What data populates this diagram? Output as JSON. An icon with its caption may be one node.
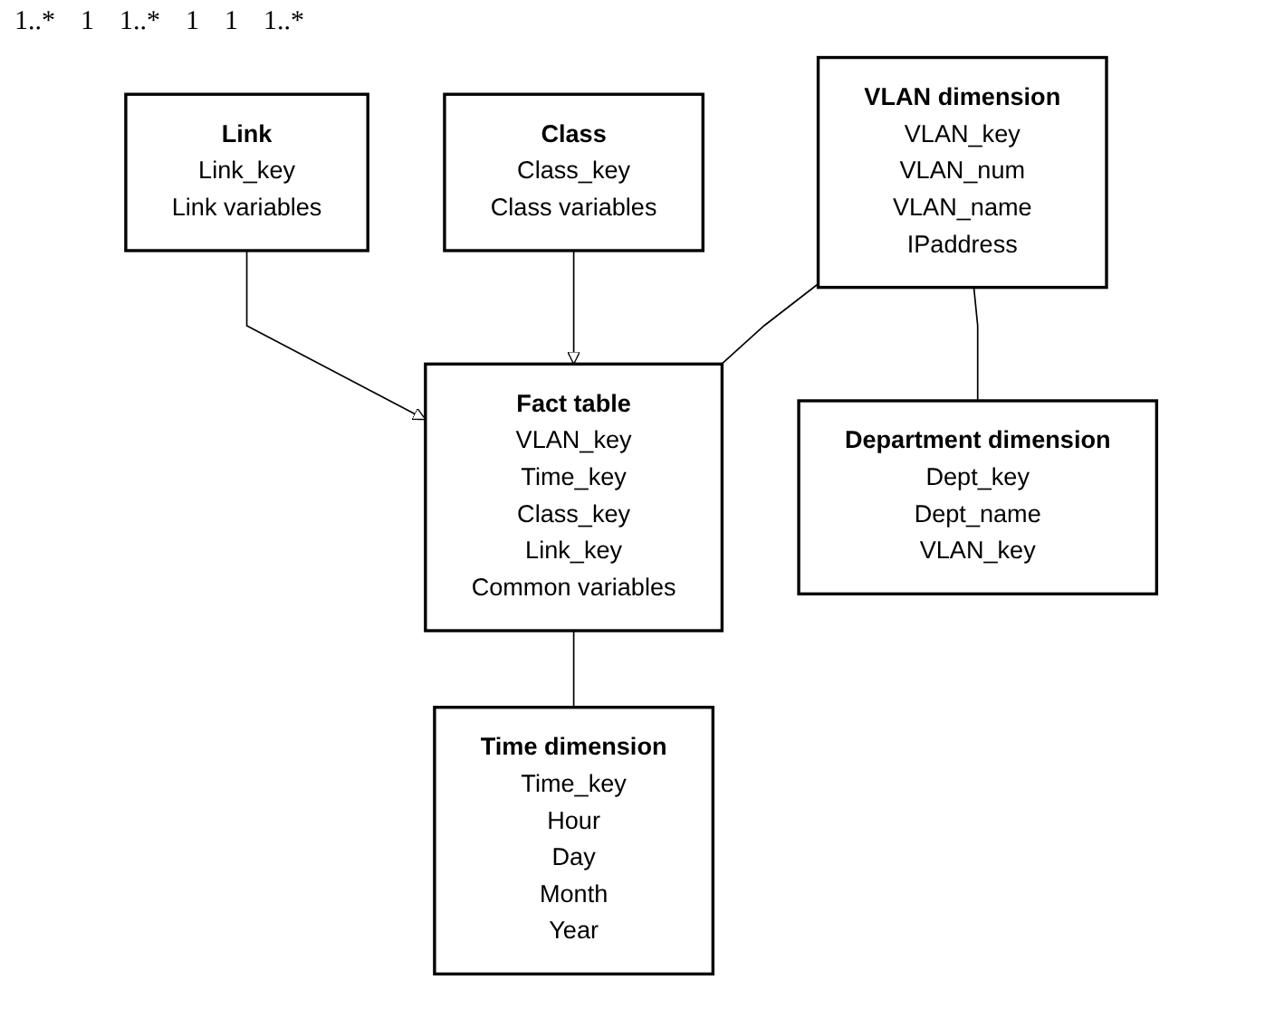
{
  "diagram": {
    "nodes": [
      {
        "text": [
          "VLAN dimension",
          "VLAN_key",
          "VLAN_num",
          "VLAN_name",
          "IPaddress"
        ]
      },
      {
        "text": [
          "Fact table",
          "VLAN_key",
          "Time_key",
          "Class_key",
          "Link_key",
          "Common variables"
        ]
      },
      {
        "text": [
          "Time dimension",
          "Time_key",
          "Hour",
          "Day",
          "Month",
          "Year"
        ]
      },
      {
        "text": [
          "Department dimension",
          "Dept_key",
          "Dept_name",
          "VLAN_key"
        ]
      },
      {
        "text": [
          "Class",
          "Class_key",
          "Class variables"
        ]
      },
      {
        "text": [
          "Link",
          "Link_key",
          "Link variables"
        ]
      }
    ],
    "edges": [
      {
        "from": 0,
        "to": 1,
        "arrow": "none"
      },
      {
        "from": 1,
        "to": 2,
        "arrow": "none"
      },
      {
        "from": 0,
        "to": 3,
        "arrow": "none"
      },
      {
        "from": 4,
        "to": 1,
        "arrow": "to"
      },
      {
        "from": 5,
        "to": 1,
        "arrow": "to"
      }
    ],
    "labels": [
      "1..*",
      "1",
      "1..*",
      "1",
      "1",
      "1..*"
    ]
  }
}
